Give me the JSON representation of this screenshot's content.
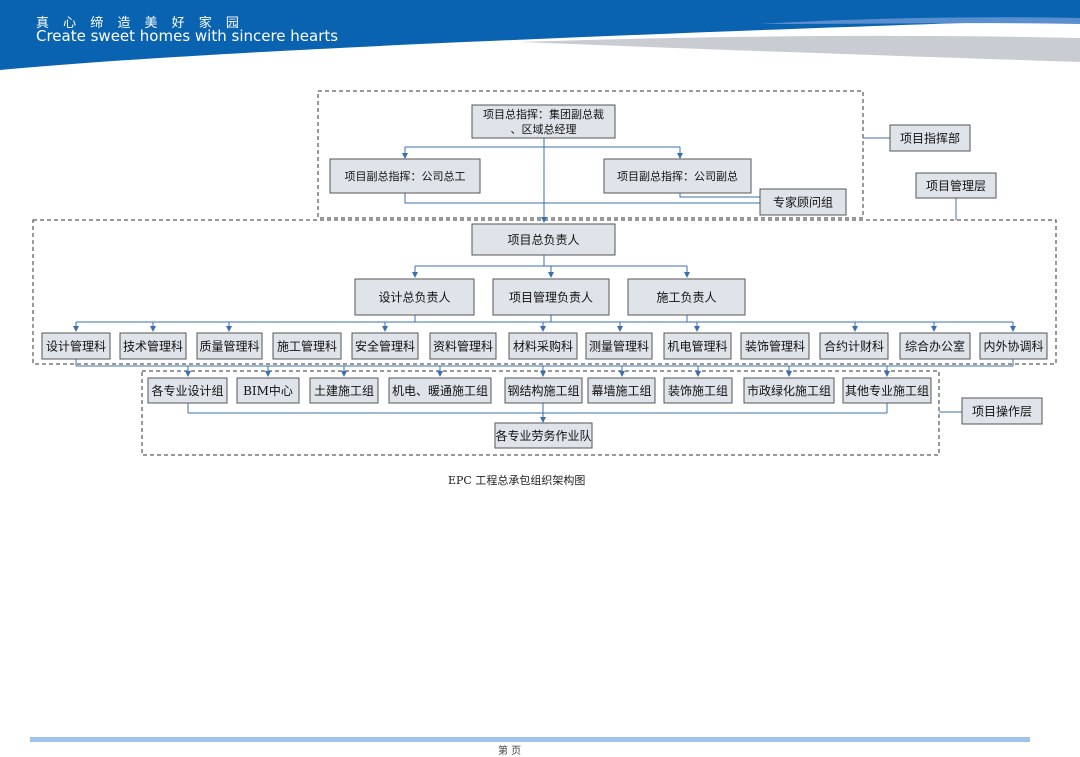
{
  "header": {
    "slogan_cn": "真 心 缔 造 美 好 家 园",
    "slogan_en": "Create sweet homes with sincere hearts",
    "brand_color": "#0a63b0"
  },
  "diagram": {
    "line_color": "#3a6fb0",
    "box_fill": "#dfe4ea",
    "top": {
      "commander": "项目总指挥：集团副总裁\n、区域总经理",
      "deputy_left": "项目副总指挥：公司总工",
      "deputy_right": "项目副总指挥：公司副总",
      "expert": "专家顾问组"
    },
    "manager": "项目总负责人",
    "leads": [
      "设计总负责人",
      "项目管理负责人",
      "施工负责人"
    ],
    "departments": [
      "设计管理科",
      "技术管理科",
      "质量管理科",
      "施工管理科",
      "安全管理科",
      "资料管理科",
      "材料采购科",
      "测量管理科",
      "机电管理科",
      "装饰管理科",
      "合约计财科",
      "综合办公室",
      "内外协调科"
    ],
    "groups": [
      "各专业设计组",
      "BIM中心",
      "土建施工组",
      "机电、暖通施工组",
      "钢结构施工组",
      "幕墙施工组",
      "装饰施工组",
      "市政绿化施工组",
      "其他专业施工组"
    ],
    "labor": "各专业劳务作业队",
    "layer_labels": {
      "command": "项目指挥部",
      "management": "项目管理层",
      "operation": "项目操作层"
    }
  },
  "caption": "EPC 工程总承包组织架构图",
  "footer": {
    "page": "第  页"
  }
}
